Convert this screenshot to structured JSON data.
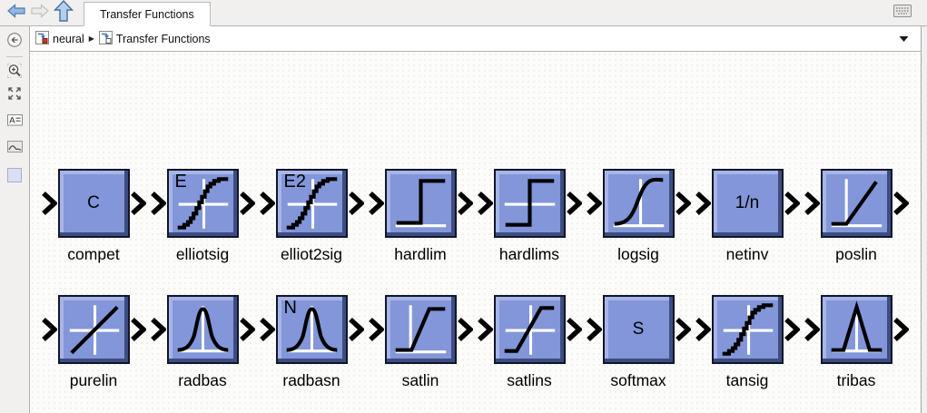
{
  "toolbar": {
    "tab_label": "Transfer Functions",
    "icons": {
      "back": "back-arrow-icon",
      "forward": "forward-arrow-icon",
      "up": "up-arrow-icon",
      "keyboard": "keyboard-icon"
    }
  },
  "breadcrumb": {
    "items": [
      {
        "icon": "library-icon",
        "label": "neural"
      },
      {
        "icon": "sublibrary-icon",
        "label": "Transfer Functions"
      }
    ],
    "separator_icon": "chevron-right-icon",
    "dropdown_icon": "dropdown-arrow-icon"
  },
  "sidebar": {
    "tools": [
      {
        "name": "collapse-browser",
        "icon": "circle-left-arrow-icon"
      },
      {
        "name": "zoom",
        "icon": "zoom-in-icon"
      },
      {
        "name": "fit-to-view",
        "icon": "fit-view-icon"
      },
      {
        "name": "annotation",
        "icon": "annotation-icon"
      },
      {
        "name": "image",
        "icon": "image-icon"
      },
      {
        "name": "area",
        "icon": "area-box-icon"
      }
    ]
  },
  "colors": {
    "block_fill": "#8296d9",
    "block_bevel_light": "#a7b5e7",
    "block_bevel_dark": "#3d4d81",
    "block_border": "#10162b",
    "chrome": "#f1f0ee",
    "canvas": "#fcfcfa"
  },
  "ports": {
    "input_icon": "input-port-chevron-icon",
    "output_icon": "output-port-chevron-icon"
  },
  "blocks": [
    {
      "label": "compet",
      "glyph": "none",
      "letter": "C",
      "letter_pos": "center"
    },
    {
      "label": "elliotsig",
      "glyph": "sigmoid-steps-cross",
      "letter": "E",
      "letter_pos": "top-left"
    },
    {
      "label": "elliot2sig",
      "glyph": "sigmoid-steps-cross",
      "letter": "E2",
      "letter_pos": "top-left"
    },
    {
      "label": "hardlim",
      "glyph": "step-bottom-axis",
      "letter": "",
      "letter_pos": ""
    },
    {
      "label": "hardlims",
      "glyph": "step-mid-axis",
      "letter": "",
      "letter_pos": ""
    },
    {
      "label": "logsig",
      "glyph": "sigmoid-smooth",
      "letter": "",
      "letter_pos": ""
    },
    {
      "label": "netinv",
      "glyph": "none",
      "letter": "1/n",
      "letter_pos": "center"
    },
    {
      "label": "poslin",
      "glyph": "ramp",
      "letter": "",
      "letter_pos": ""
    },
    {
      "label": "purelin",
      "glyph": "linear-cross",
      "letter": "",
      "letter_pos": ""
    },
    {
      "label": "radbas",
      "glyph": "bell",
      "letter": "",
      "letter_pos": ""
    },
    {
      "label": "radbasn",
      "glyph": "bell",
      "letter": "N",
      "letter_pos": "top-left"
    },
    {
      "label": "satlin",
      "glyph": "satlin",
      "letter": "",
      "letter_pos": ""
    },
    {
      "label": "satlins",
      "glyph": "satlins",
      "letter": "",
      "letter_pos": ""
    },
    {
      "label": "softmax",
      "glyph": "none",
      "letter": "S",
      "letter_pos": "center"
    },
    {
      "label": "tansig",
      "glyph": "sigmoid-steps-cross",
      "letter": "",
      "letter_pos": ""
    },
    {
      "label": "tribas",
      "glyph": "triangle",
      "letter": "",
      "letter_pos": ""
    }
  ]
}
